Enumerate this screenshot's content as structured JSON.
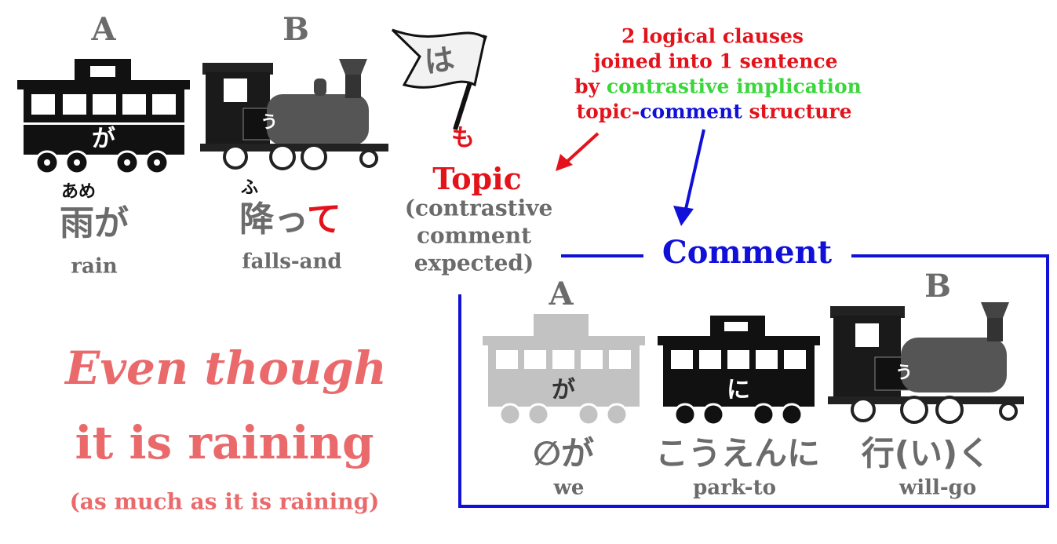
{
  "clause1": {
    "car_a_letter": "A",
    "car_b_letter": "B",
    "car_a_particle": "が",
    "car_b_particle": "う",
    "flag_particle": "は",
    "word1_furigana": "あめ",
    "word1": "雨が",
    "word1_gloss": "rain",
    "word2_furigana": "ふ",
    "word2_stem": "降っ",
    "word2_suffix": "て",
    "word2_gloss": "falls-and"
  },
  "topic": {
    "mo": "も",
    "label": "Topic",
    "note_lines": [
      "(contrastive",
      "comment",
      "expected)"
    ]
  },
  "explanation": {
    "line1": "2 logical clauses",
    "line2": "joined into 1 sentence",
    "line3_a": "by",
    "line3_b": "contrastive implication",
    "line4_a": "topic-",
    "line4_b": "comment",
    "line4_c": "structure"
  },
  "comment": {
    "label": "Comment",
    "car_a_letter": "A",
    "car_b_letter": "B",
    "car_a_particle": "が",
    "car_mid_particle": "に",
    "car_b_particle": "う",
    "word1": "∅が",
    "word1_gloss": "we",
    "word2": "こうえんに",
    "word2_gloss": "park-to",
    "word3": "行(い)く",
    "word3_gloss": "will-go"
  },
  "translation": {
    "line1": "Even though",
    "line2": "it is raining",
    "line3": "(as much as it is raining)"
  },
  "colors": {
    "red": "#e3121b",
    "green": "#3ad63a",
    "blue": "#1010d8",
    "pink": "#ea6a6c",
    "gray": "#6b6b6b"
  }
}
